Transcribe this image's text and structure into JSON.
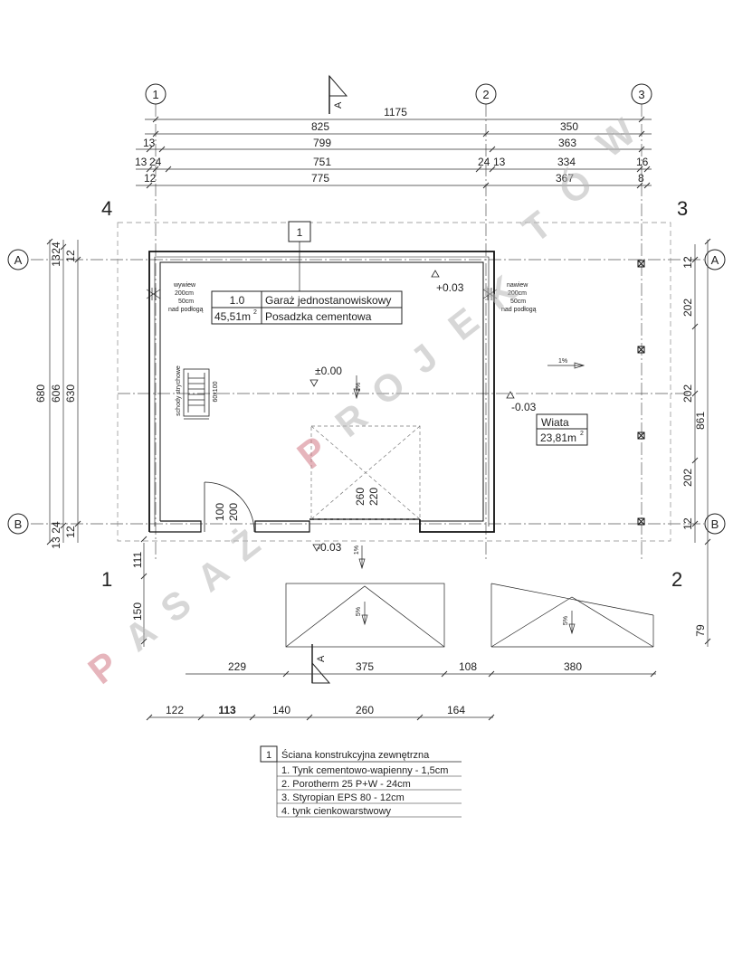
{
  "axes": {
    "numbers": [
      "1",
      "2",
      "3"
    ],
    "letters": [
      "A",
      "B"
    ]
  },
  "section_mark": "A",
  "corners": [
    "4",
    "3",
    "1",
    "2"
  ],
  "top_dims": {
    "row1": [
      "1175"
    ],
    "row2": [
      "825",
      "350"
    ],
    "row3": [
      "13",
      "799",
      "363"
    ],
    "row4": [
      "13",
      "24",
      "751",
      "24",
      "13",
      "334",
      "16"
    ],
    "row5": [
      "12",
      "775",
      "367",
      "8"
    ]
  },
  "left_dims": {
    "outer": "680",
    "mid": "606",
    "inner": "630",
    "top_small": [
      "24",
      "13",
      "12"
    ],
    "bottom_small": [
      "13",
      "24",
      "12"
    ],
    "below": [
      "111",
      "150"
    ]
  },
  "right_dims": {
    "total": "861",
    "segments": [
      "202",
      "202",
      "202"
    ],
    "ends": [
      "12",
      "12"
    ],
    "below": "79"
  },
  "bottom_dims": {
    "row1": [
      "229",
      "375",
      "108",
      "380"
    ],
    "row2": [
      "122",
      "113",
      "140",
      "260",
      "164"
    ]
  },
  "room": {
    "number": "1.0",
    "name": "Garaż jednostanowiskowy",
    "area": "45,51m",
    "area_sup": "2",
    "floor": "Posadzka cementowa"
  },
  "canopy": {
    "name": "Wiata",
    "area": "23,81m",
    "area_sup": "2"
  },
  "levels": [
    "+0.03",
    "±0.00",
    "-0.03",
    "-0.03"
  ],
  "slopes": [
    "1%",
    "1%",
    "1%",
    "5%",
    "5%"
  ],
  "wall_tag": "1",
  "vents": {
    "left": [
      "wywiew",
      "200cm",
      "50cm",
      "nad podłogą"
    ],
    "right": [
      "nawiew",
      "200cm",
      "50cm",
      "nad podłogą"
    ]
  },
  "stairs": {
    "label": "schody strychowe",
    "size": "60x100"
  },
  "door": [
    "100",
    "200"
  ],
  "gate": [
    "260",
    "220"
  ],
  "legend": {
    "num": "1",
    "title": "Ściana konstrukcyjna zewnętrzna",
    "items": [
      "1. Tynk cementowo-wapienny - 1,5cm",
      "2. Porotherm 25 P+W - 24cm",
      "3. Styropian EPS 80 - 12cm",
      "4. tynk cienkowarstwowy"
    ]
  },
  "watermark": [
    "P",
    "A",
    "S",
    "A",
    "Ż",
    "P",
    "R",
    "O",
    "J",
    "E",
    "K",
    "T",
    "Ó",
    "W"
  ]
}
